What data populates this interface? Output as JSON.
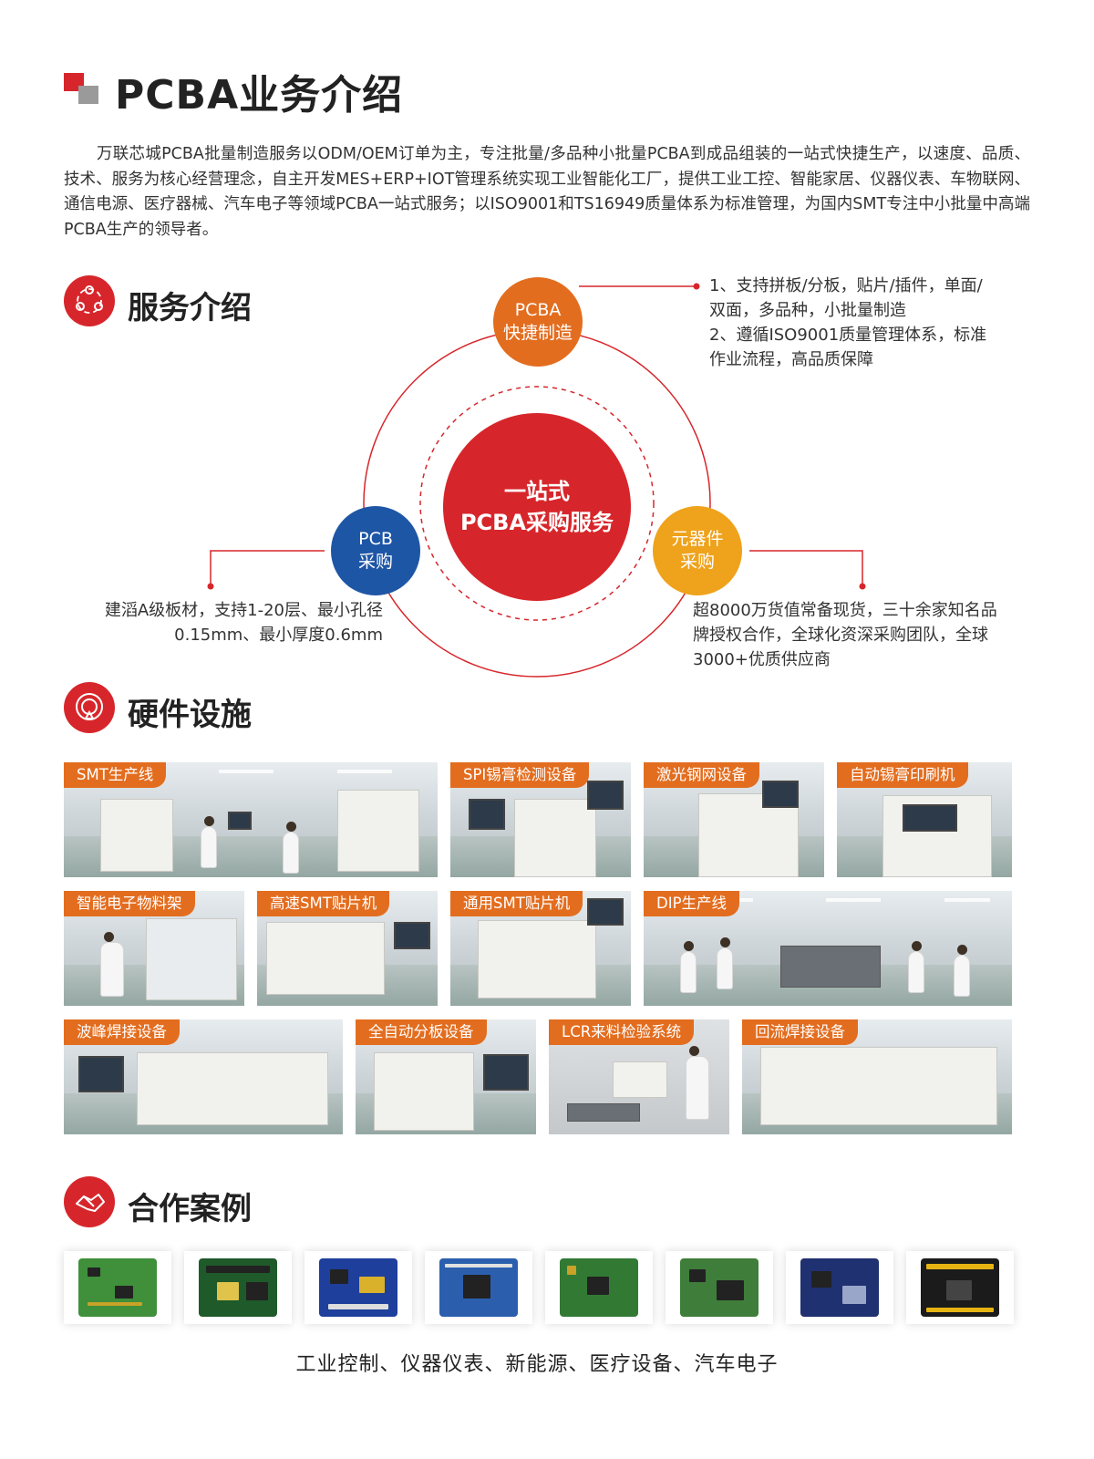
{
  "page": {
    "title": "PCBA业务介绍",
    "intro": "万联芯城PCBA批量制造服务以ODM/OEM订单为主，专注批量/多品种小批量PCBA到成品组装的一站式快捷生产，以速度、品质、技术、服务为核心经营理念，自主开发MES+ERP+IOT管理系统实现工业智能化工厂，提供工业工控、智能家居、仪器仪表、车物联网、通信电源、医疗器械、汽车电子等领域PCBA一站式服务；以ISO9001和TS16949质量体系为标准管理，为国内SMT专注中小批量中高端PCBA生产的领导者。"
  },
  "colors": {
    "red": "#d7262b",
    "orange": "#e36d1f",
    "blue": "#1e56a6",
    "yellow": "#efa21b",
    "gray": "#9a9a9a"
  },
  "sections": {
    "service": {
      "title": "服务介绍",
      "icon": "circles-icon"
    },
    "hardware": {
      "title": "硬件设施",
      "icon": "target-icon"
    },
    "cases": {
      "title": "合作案例",
      "icon": "handshake-icon"
    }
  },
  "diagram": {
    "center": {
      "line1": "一站式",
      "line2": "PCBA采购服务"
    },
    "top": {
      "line1": "PCBA",
      "line2": "快捷制造"
    },
    "left": {
      "line1": "PCB",
      "line2": "采购"
    },
    "right": {
      "line1": "元器件",
      "line2": "采购"
    },
    "top_note": [
      "1、支持拼板/分板，贴片/插件，单面/",
      "双面，多品种，小批量制造",
      "2、遵循ISO9001质量管理体系，标准",
      "作业流程，高品质保障"
    ],
    "left_note": [
      "建滔A级板材，支持1-20层、最小孔径",
      "0.15mm、最小厚度0.6mm"
    ],
    "right_note": [
      "超8000万货值常备现货，三十余家知名品",
      "牌授权合作，全球化资深采购团队，全球",
      "3000+优质供应商"
    ]
  },
  "hardware": {
    "row1": [
      "SMT生产线",
      "SPI锡膏检测设备",
      "激光钢网设备",
      "自动锡膏印刷机"
    ],
    "row2": [
      "智能电子物料架",
      "高速SMT贴片机",
      "通用SMT贴片机",
      "DIP生产线"
    ],
    "row3": [
      "波峰焊接设备",
      "全自动分板设备",
      "LCR来料检验系统",
      "回流焊接设备"
    ]
  },
  "cases": {
    "boards": [
      "pcb-green-1",
      "pcb-dark-green",
      "pcb-blue-1",
      "pcb-blue-2",
      "pcb-green-2",
      "pcb-green-3",
      "pcb-navy",
      "pcb-black"
    ],
    "caption": "工业控制、仪器仪表、新能源、医疗设备、汽车电子"
  }
}
